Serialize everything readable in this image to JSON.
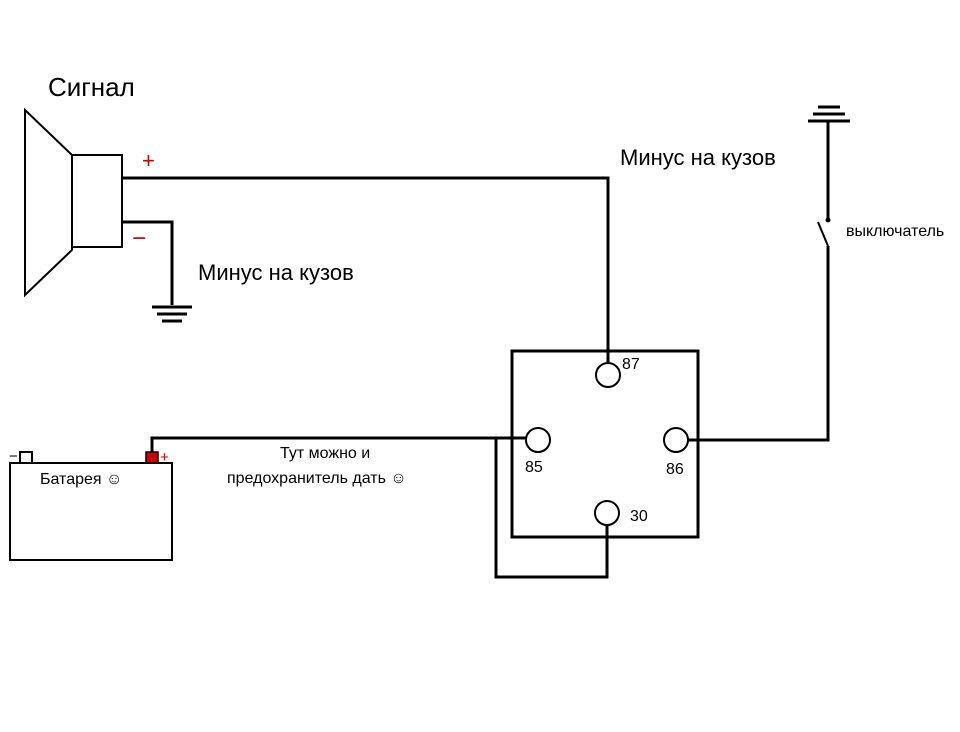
{
  "title": "Сигнал",
  "labels": {
    "ground_horn": "Минус на кузов",
    "ground_switch": "Минус на кузов",
    "switch": "выключатель",
    "fuse_line1": "Тут можно и",
    "fuse_line2": "предохранитель дать ☺",
    "battery": "Батарея ☺",
    "battery_plus": "+",
    "battery_minus": "−",
    "horn_plus": "+",
    "horn_minus": "−"
  },
  "relay": {
    "pins": [
      "87",
      "85",
      "86",
      "30"
    ]
  },
  "colors": {
    "wire": "#000000",
    "polarity": "#cc0000",
    "battery_terminal": "#cc0000"
  }
}
